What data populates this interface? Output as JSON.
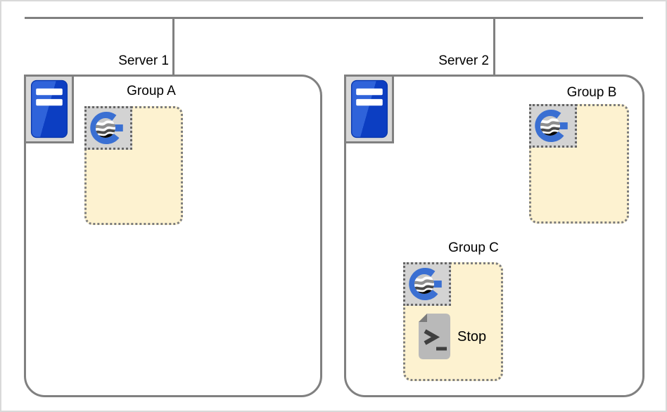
{
  "servers": [
    {
      "label": "Server 1"
    },
    {
      "label": "Server 2"
    }
  ],
  "groups": [
    {
      "label": "Group A",
      "server": "Server 1"
    },
    {
      "label": "Group B",
      "server": "Server 2"
    },
    {
      "label": "Group C",
      "server": "Server 2",
      "script_label": "Stop"
    }
  ],
  "icons": {
    "server": "server-tower-icon",
    "gateway": "gateway-logo-icon",
    "script": "script-file-icon"
  },
  "colors": {
    "connector_gray": "#808080",
    "group_fill": "#fdf2d0",
    "group_border": "#7d7d7d",
    "icon_box_gray": "#d3d3d3",
    "server_blue_light": "#2f63da",
    "server_blue_dark": "#0c3ec2",
    "logo_blue": "#3a6fd2",
    "script_gray": "#b9b9b9"
  }
}
